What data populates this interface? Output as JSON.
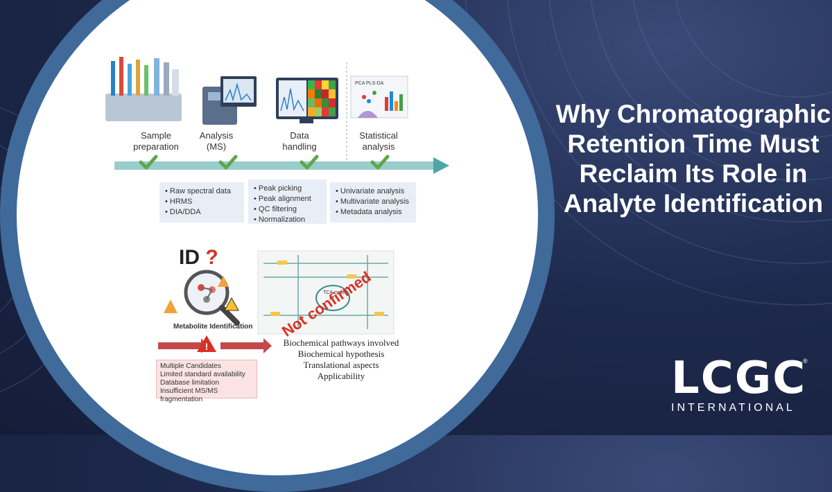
{
  "headline": "Why Chromatographic Retention Time Must Reclaim Its Role in Analyte Identification",
  "logo": {
    "main": "LCGC",
    "sub": "INTERNATIONAL",
    "registered": "®"
  },
  "workflow": {
    "steps": [
      {
        "label": "Sample preparation"
      },
      {
        "label": "Analysis (MS)"
      },
      {
        "label": "Data handling"
      },
      {
        "label": "Statistical analysis"
      }
    ],
    "stats_panel_text": "PCA PLS-DA",
    "boxes": [
      [
        "Raw spectral data",
        "HRMS",
        "DIA/DDA"
      ],
      [
        "Peak picking",
        "Peak alignment",
        "QC filtering",
        "Normalization"
      ],
      [
        "Univariate analysis",
        "Multivariate analysis",
        "Metadata analysis"
      ]
    ]
  },
  "identification": {
    "id_label": "ID",
    "id_mark": "?",
    "caption": "Metabolite Identification",
    "candidates": [
      "Multiple Candidates",
      "Limited standard availability",
      "Database limitation",
      "Insufficient MS/MS fragmentation"
    ],
    "stamp": "Not confirmed",
    "tca_label": "TCA cycle",
    "outcomes": [
      "Biochemical pathways involved",
      "Biochemical hypothesis",
      "Translational aspects",
      "Applicability"
    ]
  },
  "colors": {
    "check": "#5ca84a",
    "arrow": "#4fa6a6",
    "red": "#d93025",
    "ring": "#3f6a9a"
  }
}
